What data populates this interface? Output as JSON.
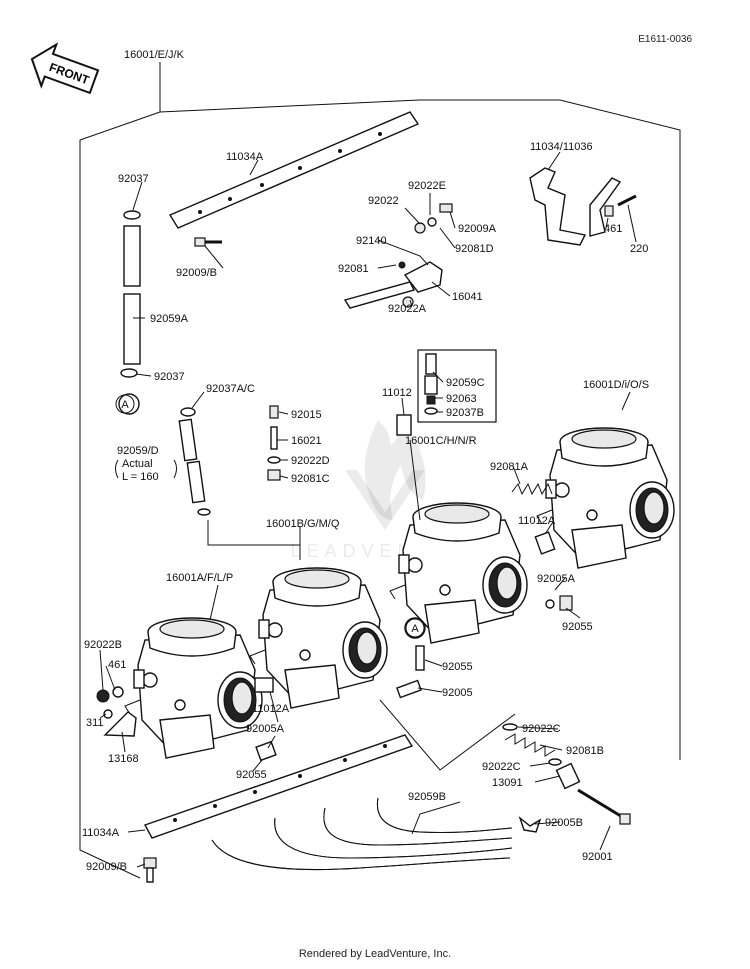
{
  "diagram_code": "E1611-0036",
  "front_label": "FRONT",
  "footer": "Rendered by LeadVenture, Inc.",
  "watermark": "LEADVENTURE",
  "actual_note": {
    "line1": "Actual",
    "line2": "L = 160"
  },
  "labels": {
    "p16001_EJK": "16001/E/J/K",
    "p11034A_top": "11034A",
    "p92037_top": "92037",
    "p92009B_top": "92009/B",
    "p92059A": "92059A",
    "p92037_mid": "92037",
    "circleA_left": "A",
    "p92022E": "92022E",
    "p92022": "92022",
    "p92009A": "92009A",
    "p92140": "92140",
    "p92081D": "92081D",
    "p92081": "92081",
    "p16041": "16041",
    "p92022A": "92022A",
    "p11034_11036": "11034/11036",
    "p461_right": "461",
    "p220": "220",
    "p92059C": "92059C",
    "p92063": "92063",
    "p92037B": "92037B",
    "p11012": "11012",
    "p16001DiOS": "16001D/i/O/S",
    "p92037AC": "92037A/C",
    "p92015": "92015",
    "p16021": "16021",
    "p92059D": "92059/D",
    "p92022D": "92022D",
    "p92081C": "92081C",
    "p16001CHNR": "16001C/H/N/R",
    "p92081A": "92081A",
    "p11012A_right": "11012A",
    "p16001BGMQ": "16001B/G/M/Q",
    "p16001AFLP": "16001A/F/L/P",
    "p92005A_right": "92005A",
    "p92055_right": "92055",
    "circleA_mid": "A",
    "p92055_mid": "92055",
    "p92005": "92005",
    "p92022B": "92022B",
    "p461_left": "461",
    "p311": "311",
    "p13168": "13168",
    "p11012A_mid": "11012A",
    "p92005A_mid": "92005A",
    "p92055_left": "92055",
    "p92022C_top": "92022C",
    "p92081B": "92081B",
    "p92022C_bot": "92022C",
    "p13091": "13091",
    "p92059B": "92059B",
    "p92005B": "92005B",
    "p11034A_bot": "11034A",
    "p92001": "92001",
    "p92009B_bot": "92009/B"
  }
}
